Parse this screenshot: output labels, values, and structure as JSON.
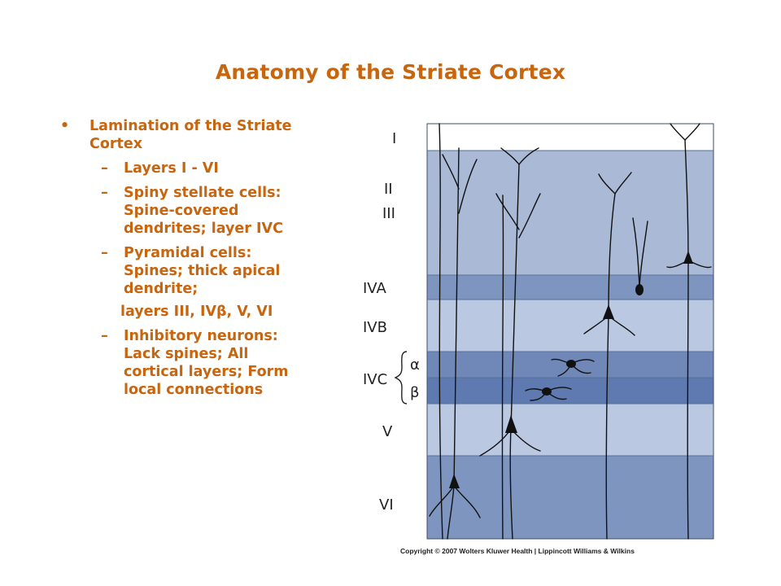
{
  "title": "Anatomy of the Striate Cortex",
  "bullets": {
    "main": "Lamination of the Striate Cortex",
    "sub": [
      "Layers I - VI",
      "Spiny stellate cells: Spine-covered dendrites; layer IVC",
      "Pyramidal cells: Spines; thick apical dendrite;"
    ],
    "continuation": "layers III, IVβ, V, VI",
    "last": "Inhibitory neurons: Lack spines; All cortical layers; Form local connections"
  },
  "figure": {
    "layers": {
      "I": "I",
      "II": "II",
      "III": "III",
      "IVA": "IVA",
      "IVB": "IVB",
      "IVC": "IVC",
      "alpha": "α",
      "beta": "β",
      "V": "V",
      "VI": "VI"
    },
    "colors": {
      "layer_I": "#ffffff",
      "layer_II_III": "#a9b9d6",
      "layer_IVA": "#7e95c0",
      "layer_IVB": "#bac8e1",
      "layer_IVC_alpha": "#6f88b8",
      "layer_IVC_beta": "#5e7ab0",
      "layer_V": "#bac8e1",
      "layer_VI": "#7e95c0"
    },
    "copyright": "Copyright © 2007 Wolters Kluwer Health | Lippincott Williams & Wilkins"
  }
}
